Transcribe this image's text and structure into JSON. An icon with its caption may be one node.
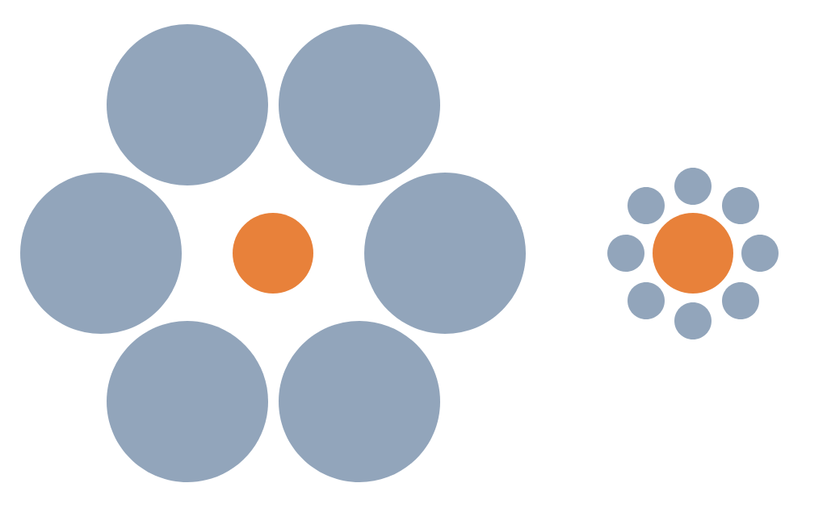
{
  "diagram": {
    "nodes": [
      {
        "text": [],
        "shape": "circle"
      },
      {
        "text": [],
        "shape": "circle"
      },
      {
        "text": [],
        "shape": "circle"
      },
      {
        "text": [],
        "shape": "circle"
      },
      {
        "text": [],
        "shape": "circle"
      },
      {
        "text": [],
        "shape": "circle"
      },
      {
        "text": [],
        "shape": "circle"
      },
      {
        "text": [],
        "shape": "circle"
      },
      {
        "text": [],
        "shape": "circle"
      },
      {
        "text": [],
        "shape": "circle"
      },
      {
        "text": [],
        "shape": "circle"
      },
      {
        "text": [],
        "shape": "circle"
      },
      {
        "text": [],
        "shape": "circle"
      },
      {
        "text": [],
        "shape": "circle"
      },
      {
        "text": [],
        "shape": "circle"
      },
      {
        "text": [],
        "shape": "circle"
      }
    ]
  }
}
